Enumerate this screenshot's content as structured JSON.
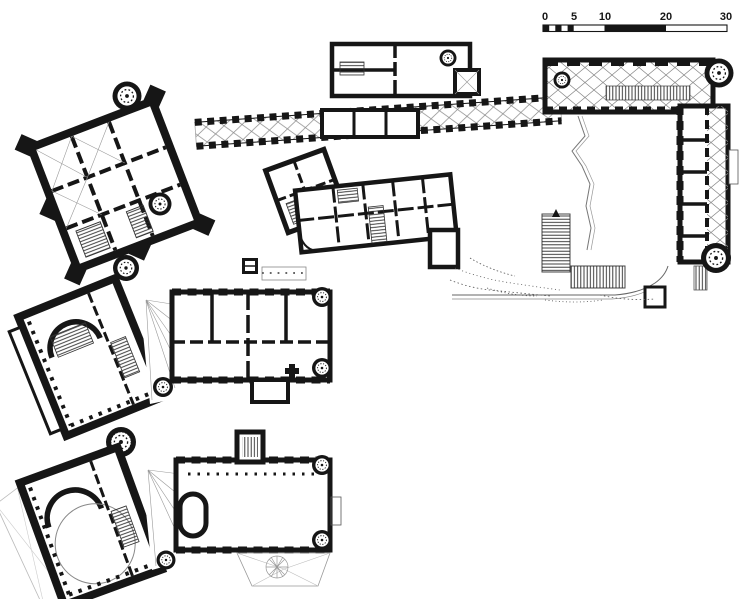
{
  "palette": {
    "paper": "#ffffff",
    "ink": "#161616",
    "thin_line": "#8a8a8a"
  },
  "scale_bar": {
    "labels": [
      "0",
      "5",
      "10",
      "20",
      "30"
    ],
    "total_meters": 30,
    "filled_segments_meters": [
      "0-1",
      "2-3",
      "4-5",
      "10-20"
    ]
  },
  "sheet": {
    "plan_count": 3,
    "content": "black-ink castle floor plans"
  }
}
